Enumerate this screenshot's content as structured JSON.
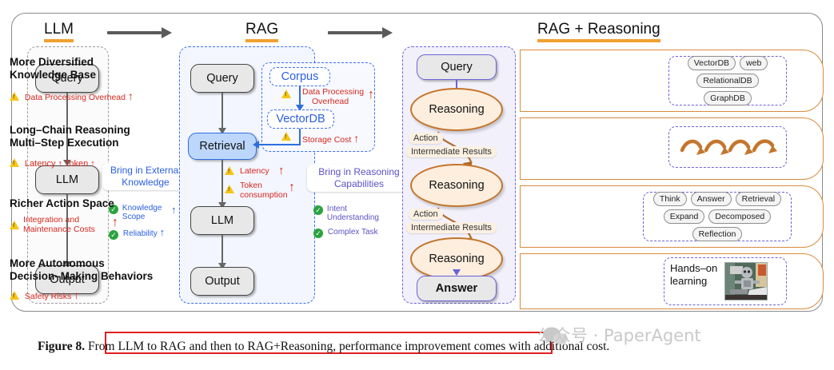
{
  "figure": {
    "caption_label": "Figure 8.",
    "caption_text": "From LLM to RAG and then to RAG+Reasoning, performance improvement comes with additional cost.",
    "watermark": "公众号 · PaperAgent"
  },
  "columns": [
    {
      "title": "LLM"
    },
    {
      "title": "RAG"
    },
    {
      "title": "RAG + Reasoning"
    }
  ],
  "llm_stage": {
    "nodes": [
      "Query",
      "LLM",
      "Output"
    ]
  },
  "transition_1": {
    "label_line1": "Bring in External",
    "label_line2": "Knowledge",
    "benefits": [
      {
        "text_line1": "Knowledge",
        "text_line2": "Scope",
        "arrow": "↑"
      },
      {
        "text_line1": "Reliability",
        "text_line2": "",
        "arrow": "↑"
      }
    ]
  },
  "rag_stage": {
    "nodes": [
      "Query",
      "Retrieval",
      "LLM",
      "Output"
    ],
    "corpus": "Corpus",
    "vectordb": "VectorDB",
    "costs": [
      {
        "line1": "Data Processing",
        "line2": "Overhead",
        "arrow": "↑"
      },
      {
        "line1": "Storage Cost",
        "line2": "",
        "arrow": "↑"
      },
      {
        "line1": "Latency",
        "line2": "",
        "arrow": "↑"
      },
      {
        "line1": "Token",
        "line2": "consumption",
        "arrow": "↑"
      }
    ]
  },
  "transition_2": {
    "label_line1": "Bring in Reasoning",
    "label_line2": "Capabilities",
    "benefits": [
      {
        "text_line1": "Intent",
        "text_line2": "Understanding"
      },
      {
        "text_line1": "Complex Task",
        "text_line2": ""
      }
    ]
  },
  "reasoning_stage": {
    "query": "Query",
    "reasoning": "Reasoning",
    "answer": "Answer",
    "loop_labels": {
      "action": "Action",
      "intermediate": "Intermediate Results"
    }
  },
  "features": [
    {
      "title_line1": "More Diversified",
      "title_line2": "Knowledge Base",
      "cost_line1": "Data Processing Overhead",
      "cost_line2": "",
      "cost_arrow": "↑",
      "chips": [
        "VectorDB",
        "web",
        "RelationalDB",
        "GraphDB"
      ],
      "media": "none"
    },
    {
      "title_line1": "Long–Chain Reasoning",
      "title_line2": "Multi–Step Execution",
      "cost_line1": "Latency ↑   Token ↑",
      "cost_line2": "",
      "cost_arrow": "",
      "chips": [],
      "media": "swirl-arrows"
    },
    {
      "title_line1": "Richer Action Space",
      "title_line2": "",
      "cost_line1": "Integration and",
      "cost_line2": "Maintenance Costs",
      "cost_arrow": "↑",
      "chips": [
        "Think",
        "Answer",
        "Retrieval",
        "Expand",
        "Decomposed",
        "Reflection"
      ],
      "media": "none"
    },
    {
      "title_line1": "More Autonomous",
      "title_line2": "Decision–Making Behaviors",
      "cost_line1": "Safety Risks",
      "cost_line2": "",
      "cost_arrow": "↑",
      "chips": [],
      "media": "robot-photo",
      "media_label_line1": "Hands–on",
      "media_label_line2": "learning"
    }
  ],
  "colors": {
    "accent_orange": "#f0a030",
    "stage_blue": "#3c6ef0",
    "stage_purple": "#6b63d6",
    "cost_red": "#d7271f",
    "benefit_green": "#2aa33f",
    "feature_border": "#d98b3e"
  }
}
